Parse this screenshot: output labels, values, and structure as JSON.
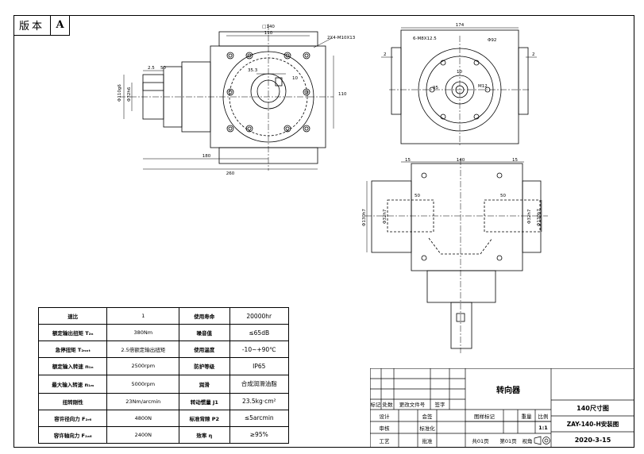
{
  "version": {
    "label": "版本",
    "value": "A"
  },
  "dims": {
    "square": "□140",
    "d110_top": "110",
    "holes": "2X4-M10X13",
    "d35": "35.3",
    "d10": "10",
    "d110_side": "110",
    "d180": "180",
    "d260": "260",
    "d2_5": "2.5",
    "d50": "50",
    "dia_shaft_outer": "Φ110g6",
    "dia_shaft_inner": "Φ32h6",
    "r174": "174",
    "r2_left": "2",
    "r2_right": "2",
    "r_holes": "6-M8X12.5",
    "r_dia": "Φ92",
    "r10": "10",
    "r_m12": "M12",
    "r95": "95",
    "b15_left": "15",
    "b140": "140",
    "b15_right": "15",
    "b50_left": "50",
    "b50_right": "50",
    "b_dia_left": "Φ130h7",
    "b_dia_left2": "Φ32h7",
    "b_dia_right": "Φ130h7",
    "b_dia_right2": "Φ32h7"
  },
  "spec": [
    [
      "速比",
      "1",
      "使用寿命",
      "20000hr"
    ],
    [
      "额定输出扭矩 T₂ₙ",
      "380Nm",
      "噪音值",
      "≤65dB"
    ],
    [
      "急停扭矩 T₂ₙₒₜ",
      "2.5倍额定输出扭矩",
      "使用温度",
      "-10~+90℃"
    ],
    [
      "额定输入转速 n₁ₙ",
      "2500rpm",
      "防护等级",
      "IP65"
    ],
    [
      "最大输入转速 n₁ₘ",
      "5000rpm",
      "润滑",
      "合成润滑油脂"
    ],
    [
      "扭转刚性",
      "23Nm/arcmin",
      "转动惯量 J1",
      "23.5kg·cm²"
    ],
    [
      "容许径向力 F₂ᵣ₆",
      "4800N",
      "标准背隙 P2",
      "≤5arcmin"
    ],
    [
      "容许轴向力 F₂ₐ₆",
      "2400N",
      "效率 η",
      "≥95%"
    ]
  ],
  "titleblock": {
    "h1": "标记",
    "h2": "处数",
    "h3": "更改文件号",
    "h4": "签字",
    "r1": "设计",
    "r1b": "会签",
    "r2": "审核",
    "r2b": "标准化",
    "r3": "工艺",
    "r3b": "批准",
    "product": "转向器",
    "pattern_mark": "图样标记",
    "weight": "重量",
    "ratio": "比例",
    "scale": "1:1",
    "sheet_total": "共01页",
    "sheet_no": "第01页",
    "view": "视角",
    "drawing_title": "140尺寸图",
    "drawing_code": "ZAY-140-H安装图",
    "date": "2020-3-15"
  }
}
